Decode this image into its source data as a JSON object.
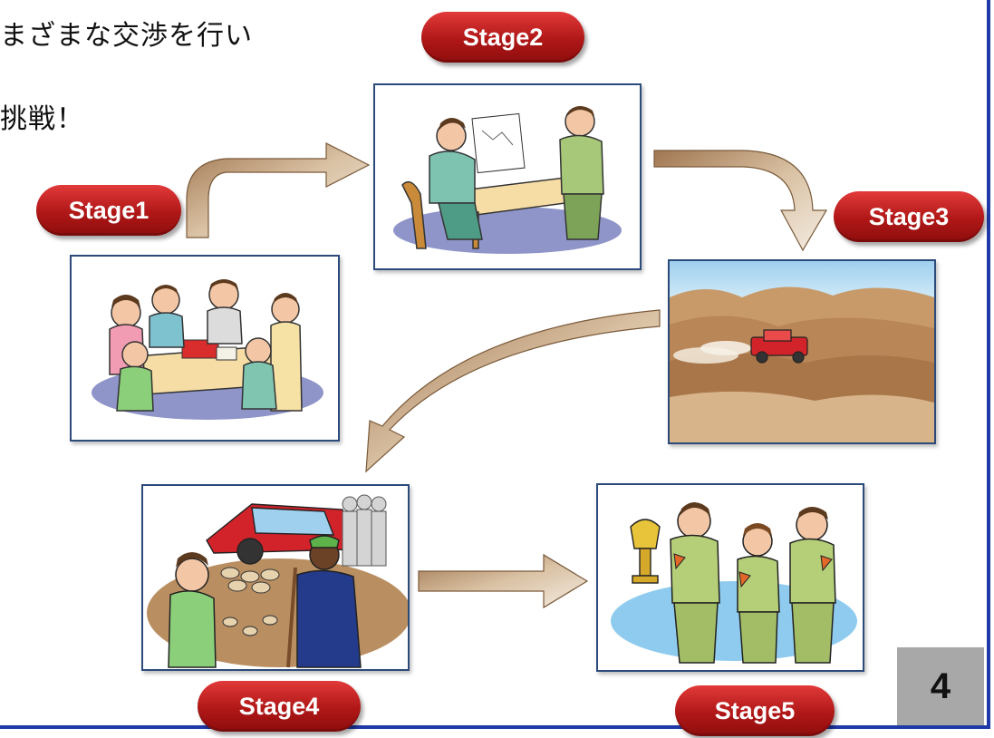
{
  "heading": {
    "line1": "まざまな交渉を行い",
    "line2": "挑戦！"
  },
  "stages": {
    "stage1": {
      "label": "Stage1",
      "scene": "team-meeting"
    },
    "stage2": {
      "label": "Stage2",
      "scene": "negotiation"
    },
    "stage3": {
      "label": "Stage3",
      "scene": "desert-rally"
    },
    "stage4": {
      "label": "Stage4",
      "scene": "village-negotiation"
    },
    "stage5": {
      "label": "Stage5",
      "scene": "celebration"
    }
  },
  "page_number": "4",
  "colors": {
    "badge": "#c0171b",
    "frame": "#1f3aa8",
    "panel_border": "#2c4a7a",
    "arrow": "#c9a885",
    "page_box": "#a8a8a8"
  }
}
